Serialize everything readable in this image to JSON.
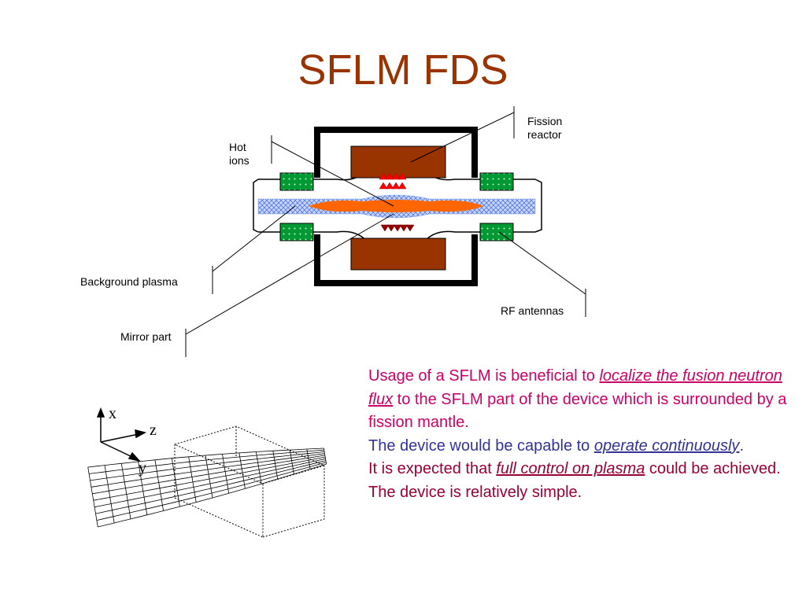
{
  "title": "SFLM FDS",
  "diagram": {
    "labels": {
      "hot_ions": "Hot ions",
      "fission_reactor": "Fission reactor",
      "background_plasma": "Background plasma",
      "rf_antennas": "RF antennas",
      "mirror_part": "Mirror part"
    },
    "axes": {
      "x": "x",
      "z": "z",
      "y": "y"
    },
    "colors": {
      "fission_block": "#993300",
      "antenna": "#009933",
      "plasma_band": "#99b3ff",
      "hot_ions": "#ff6600",
      "ion_arrows_top": "#ff0000",
      "ion_arrows_bottom": "#990000"
    }
  },
  "description": {
    "p1_a": "Usage of a SFLM is beneficial to ",
    "p1_link": "localize the fusion neutron flux",
    "p1_b": " to the SFLM part of the device which is surrounded by a fission mantle.",
    "p2_a": "The device would be capable to ",
    "p2_link": "operate continuously",
    "p2_b": ".",
    "p3_a": "It is expected that ",
    "p3_link": "full control on plasma",
    "p3_b": " could be achieved.",
    "p4": "The device is relatively simple."
  }
}
